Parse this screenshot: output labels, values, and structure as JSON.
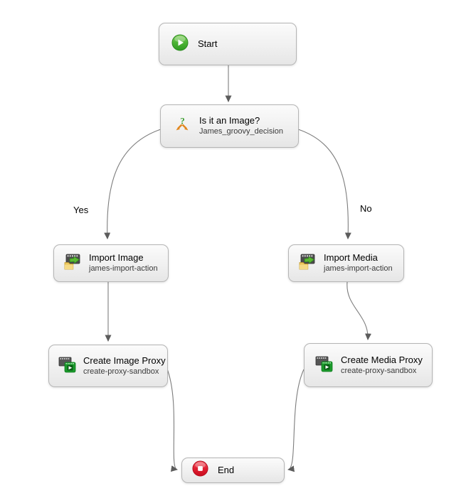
{
  "diagram": {
    "nodes": {
      "start": {
        "title": "Start",
        "icon": "start-icon"
      },
      "decision": {
        "title": "Is it an Image?",
        "subtitle": "James_groovy_decision",
        "icon": "decision-icon"
      },
      "import_image": {
        "title": "Import Image",
        "subtitle": "james-import-action",
        "icon": "import-icon"
      },
      "import_media": {
        "title": "Import Media",
        "subtitle": "james-import-action",
        "icon": "import-icon"
      },
      "create_image_proxy": {
        "title": "Create Image Proxy",
        "subtitle": "create-proxy-sandbox",
        "icon": "proxy-icon"
      },
      "create_media_proxy": {
        "title": "Create Media Proxy",
        "subtitle": "create-proxy-sandbox",
        "icon": "proxy-icon"
      },
      "end": {
        "title": "End",
        "icon": "end-icon"
      }
    },
    "edges": [
      {
        "from": "start",
        "to": "decision"
      },
      {
        "from": "decision",
        "to": "import_image",
        "label": "Yes"
      },
      {
        "from": "decision",
        "to": "import_media",
        "label": "No"
      },
      {
        "from": "import_image",
        "to": "create_image_proxy"
      },
      {
        "from": "import_media",
        "to": "create_media_proxy"
      },
      {
        "from": "create_image_proxy",
        "to": "end"
      },
      {
        "from": "create_media_proxy",
        "to": "end"
      }
    ],
    "colors": {
      "node_border": "#b5b5b5",
      "node_bg_top": "#fbfbfb",
      "node_bg_bottom": "#e6e6e6",
      "edge": "#7d7d7d",
      "arrowhead": "#5c5c5c",
      "start_green": "#3fa32c",
      "end_red": "#df1228",
      "decision_orange": "#e1871f",
      "decision_green": "#3c9d2f",
      "folder_yellow": "#ecc75d",
      "film_gray": "#4c4c4c",
      "proxy_green": "#1b9b2c"
    }
  }
}
